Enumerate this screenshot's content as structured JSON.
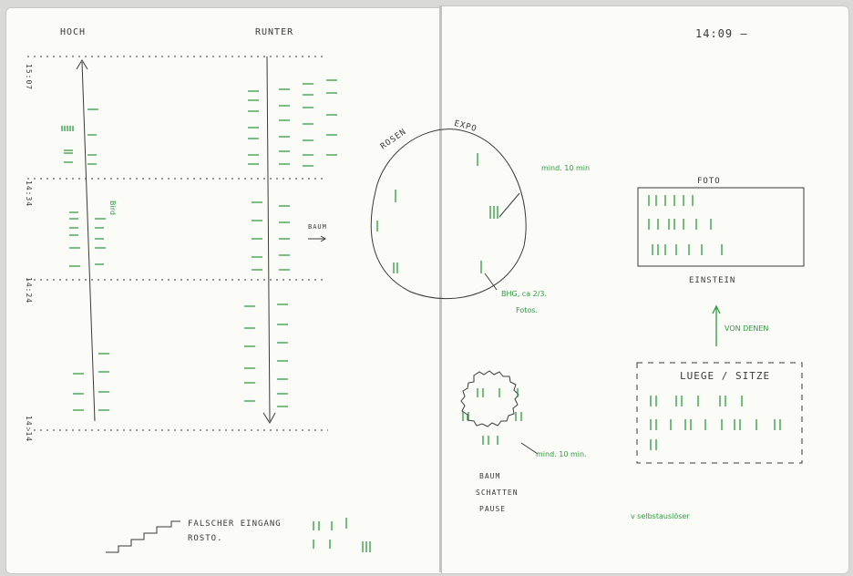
{
  "left": {
    "col_up": "HOCH",
    "col_down": "RUNTER",
    "times": [
      "15:07",
      "14:34",
      "14:24",
      "14:14"
    ],
    "note_bird": "Bird",
    "note_tree": "BAUM",
    "false_entry": "FALSCHER EINGANG",
    "rosto": "ROSTO."
  },
  "right": {
    "time": "14:09 —",
    "rosen": "ROSEN",
    "expo": "EXPO",
    "min10_top": "mind. 10 min",
    "bhg": "BHG, ca 2/3.",
    "fotos": "Fotos.",
    "foto": "FOTO",
    "einstein": "EINSTEIN",
    "von_denen": "VON DENEN",
    "luege": "LUEGE / SITZE",
    "min10_tree": "mind. 10 min.",
    "baum": "BAUM",
    "schatten": "SCHATTEN",
    "pause": "PAUSE",
    "selbst": "v selbstauslöser"
  },
  "colors": {
    "pencil": "#3a3a3a",
    "green": "#2f9a3f",
    "paper": "#fbfbf8"
  }
}
